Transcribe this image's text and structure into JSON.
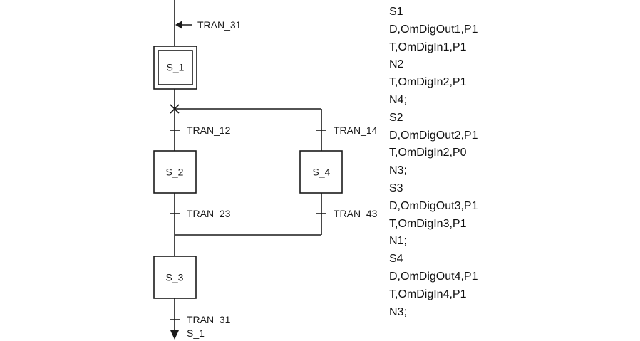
{
  "diagram": {
    "type": "sfc-grafcet",
    "states": [
      {
        "id": "S_1",
        "label": "S_1",
        "initial": true
      },
      {
        "id": "S_2",
        "label": "S_2",
        "initial": false
      },
      {
        "id": "S_4",
        "label": "S_4",
        "initial": false
      },
      {
        "id": "S_3",
        "label": "S_3",
        "initial": false
      }
    ],
    "transitions": {
      "entry": "TRAN_31",
      "t12": "TRAN_12",
      "t14": "TRAN_14",
      "t23": "TRAN_23",
      "t43": "TRAN_43",
      "exit": "TRAN_31"
    },
    "exit_target": "S_1"
  },
  "code_lines": [
    "S1",
    "D,OmDigOut1,P1",
    "T,OmDigIn1,P1",
    "N2",
    "T,OmDigIn2,P1",
    "N4;",
    "S2",
    "D,OmDigOut2,P1",
    "T,OmDigIn2,P0",
    "N3;",
    "S3",
    "D,OmDigOut3,P1",
    "T,OmDigIn3,P1",
    "N1;",
    "S4",
    "D,OmDigOut4,P1",
    "T,OmDigIn4,P1",
    "N3;"
  ]
}
